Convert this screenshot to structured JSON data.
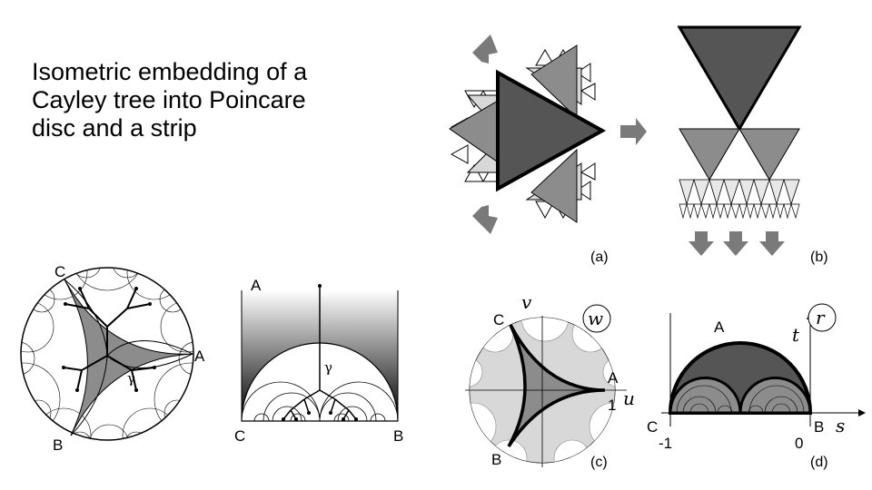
{
  "title": "Isometric embedding of a\nCayley tree into Poincare\ndisc and a strip",
  "panels": {
    "a": {
      "caption": "(a)"
    },
    "b": {
      "caption": "(b)"
    },
    "c": {
      "caption": "(c)",
      "vertices": [
        "A",
        "B",
        "C"
      ],
      "axis_u": "u",
      "axis_v": "v",
      "tick_1": "1",
      "badge": "w"
    },
    "d": {
      "caption": "(d)",
      "vertices": [
        "A",
        "B",
        "C"
      ],
      "axis_s": "s",
      "axis_t": "t",
      "tick_m1": "-1",
      "tick_0": "0",
      "badge": "r"
    },
    "disc": {
      "vertices": [
        "A",
        "B",
        "C"
      ],
      "geodesic": "γ"
    },
    "strip": {
      "vertices": [
        "A",
        "B",
        "C"
      ],
      "geodesic": "γ"
    }
  },
  "colors": {
    "dark_fill": "#555555",
    "mid_fill": "#8c8c8c",
    "light_fill": "#d8d8d8",
    "arrow": "#7a7a7a"
  }
}
